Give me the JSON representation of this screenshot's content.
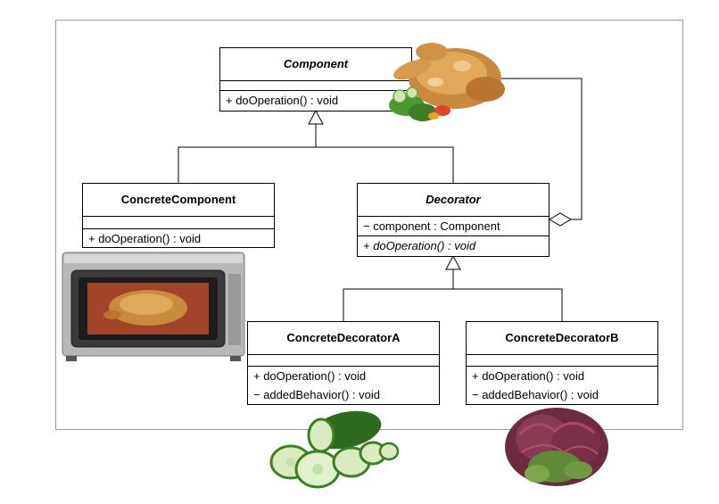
{
  "diagram": {
    "classes": {
      "component": {
        "name": "Component",
        "operations": [
          "+ doOperation() : void"
        ]
      },
      "concrete_component": {
        "name": "ConcreteComponent",
        "operations": [
          "+ doOperation() : void"
        ]
      },
      "decorator": {
        "name": "Decorator",
        "attributes": [
          "− component : Component"
        ],
        "operations": [
          "+ doOperation() : void"
        ]
      },
      "concrete_decorator_a": {
        "name": "ConcreteDecoratorA",
        "operations": [
          "+ doOperation() : void",
          "− addedBehavior() : void"
        ]
      },
      "concrete_decorator_b": {
        "name": "ConcreteDecoratorB",
        "operations": [
          "+ doOperation() : void",
          "− addedBehavior() : void"
        ]
      }
    },
    "images": [
      "roast-chicken-icon",
      "rotisserie-oven-icon",
      "cucumber-icon",
      "lettuce-icon"
    ],
    "colors": {
      "line": "#000000",
      "frame": "#999999"
    }
  }
}
